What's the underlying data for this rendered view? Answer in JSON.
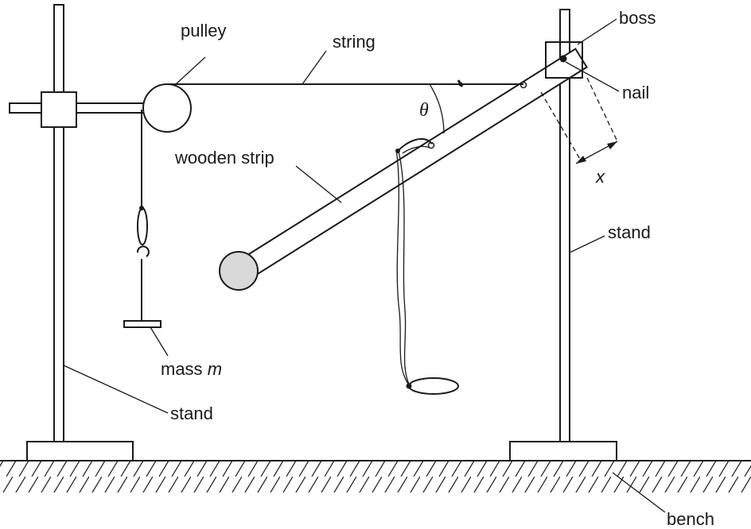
{
  "labels": {
    "pulley": "pulley",
    "string": "string",
    "boss": "boss",
    "nail": "nail",
    "theta": "θ",
    "x": "x",
    "wooden_strip": "wooden strip",
    "stand_right": "stand",
    "stand_left": "stand",
    "mass_prefix": "mass ",
    "mass_symbol": "m",
    "bench": "bench"
  },
  "colors": {
    "line": "#1a1a1a",
    "bob_fill": "#d9d9d9",
    "background": "#ffffff"
  }
}
